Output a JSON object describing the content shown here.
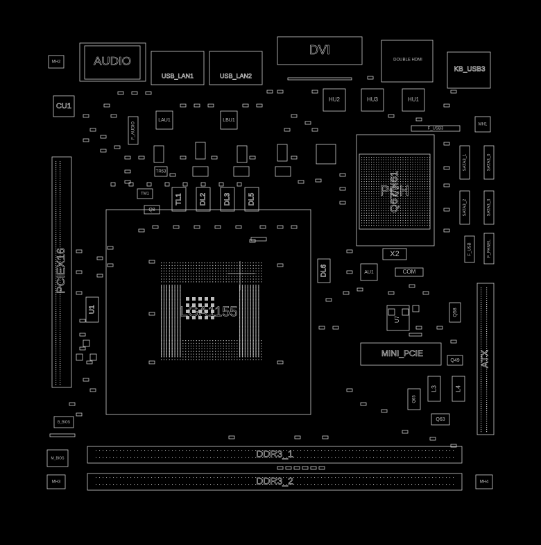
{
  "board": {
    "background": "#000000",
    "stroke": "#d0d0d0",
    "labels": {
      "audio": "AUDIO",
      "dvi": "DVI",
      "double_hdmi": "DOUBLE HDMI",
      "kb_usb3": "KB_USB3",
      "mh2": "MH2",
      "mh1": "MH1",
      "mh3": "MH3",
      "mh4": "MH4",
      "usb_lan1": "USB_LAN1",
      "usb_lan2": "USB_LAN2",
      "cu1": "CU1",
      "f_audio": "F_AUDIO",
      "lau1": "LAU1",
      "lbu1": "LBU1",
      "hu2": "HU2",
      "hu3": "HU3",
      "hu1": "HU1",
      "f_usb3": "F_USB3",
      "pciex16": "PCIEX16",
      "u1": "U1",
      "q8": "Q8",
      "tl1": "TL1",
      "dl2": "DL2",
      "dl3": "DL3",
      "dl5": "DL5",
      "dl6": "DL6",
      "cpu": "LGA1155",
      "pch": "PCH",
      "pch_model": "Q67/H61",
      "x2": "X2",
      "au1": "AU1",
      "com": "COM",
      "u7": "U7",
      "q58": "Q58",
      "mini_pcie": "MINI_PCIE",
      "q49": "Q49",
      "q63": "Q63",
      "q65": "Q65",
      "l3": "L3",
      "l4": "L4",
      "atx": "ATX",
      "sata1": "SATA3_1",
      "sata0": "SATA3_0",
      "sata2": "SATA3_2",
      "sata3": "SATA3_3",
      "f_usb": "F_USB",
      "f_panel": "F_PANEL",
      "tm1": "TM1",
      "tr63": "TR63",
      "b_bios": "B_BIOS",
      "m_bios": "M_BIOS",
      "ddr1": "DDR3_1",
      "ddr2": "DDR3_2"
    }
  }
}
